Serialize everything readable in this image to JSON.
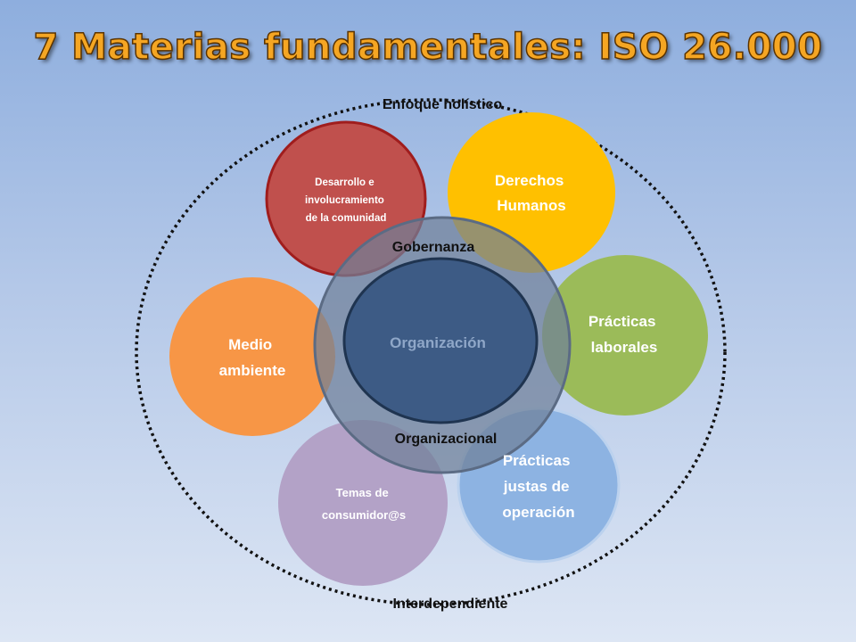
{
  "title": "7 Materias fundamentales: ISO 26.000",
  "outer": {
    "top_label": "Enfoque holístico",
    "bottom_label": "Interdependiente"
  },
  "center": {
    "ring_top": "Gobernanza",
    "ring_bottom": "Organizacional",
    "core": "Organización"
  },
  "topics": [
    {
      "key": "comunidad",
      "lines": [
        "Desarrollo e",
        "involucramiento",
        "de la comunidad"
      ],
      "color": "#c0504d"
    },
    {
      "key": "derechos",
      "lines": [
        "Derechos",
        "Humanos"
      ],
      "color": "#ffc000"
    },
    {
      "key": "laborales",
      "lines": [
        "Prácticas",
        "laborales"
      ],
      "color": "#9bbb59"
    },
    {
      "key": "operacion",
      "lines": [
        "Prácticas",
        "justas de",
        "operación"
      ],
      "color": "#8db3e2"
    },
    {
      "key": "consumidores",
      "lines": [
        "Temas de",
        "consumidor@s"
      ],
      "color": "#b3a2c7"
    },
    {
      "key": "ambiente",
      "lines": [
        "Medio",
        "ambiente"
      ],
      "color": "#f79646"
    }
  ],
  "colors": {
    "ring": "#7f8fa6",
    "core": "#3c5a82",
    "core_text": "#8fa7c8"
  }
}
